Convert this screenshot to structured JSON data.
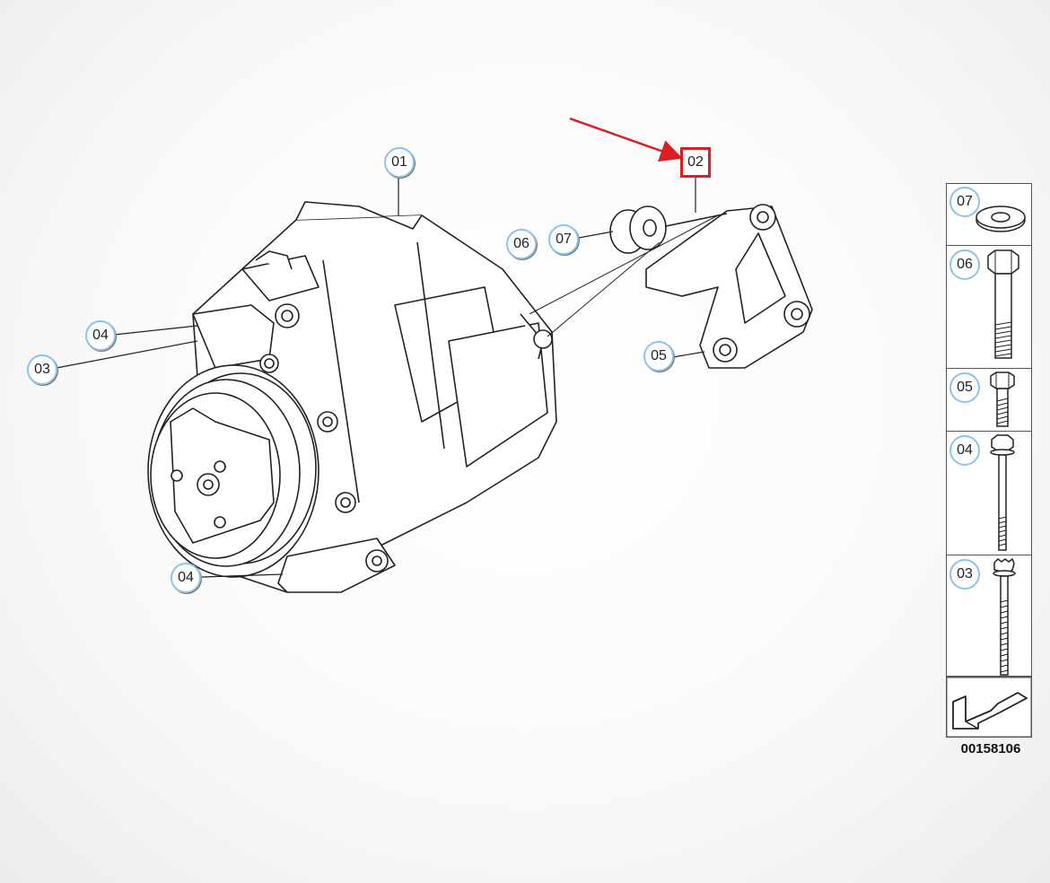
{
  "callouts": {
    "c01": "01",
    "c02": "02",
    "c03": "03",
    "c04a": "04",
    "c04b": "04",
    "c05": "05",
    "c06": "06",
    "c07": "07"
  },
  "legend": {
    "items": [
      {
        "label": "07",
        "part": "washer-icon"
      },
      {
        "label": "06",
        "part": "hex-bolt-long-icon"
      },
      {
        "label": "05",
        "part": "hex-bolt-short-icon"
      },
      {
        "label": "04",
        "part": "flange-bolt-long-icon"
      },
      {
        "label": "03",
        "part": "torx-bolt-long-icon"
      }
    ]
  },
  "catalog_number": "00158106",
  "colors": {
    "callout_border": "#8cc3e6",
    "highlight": "#d81f26",
    "line_art": "#222222"
  }
}
